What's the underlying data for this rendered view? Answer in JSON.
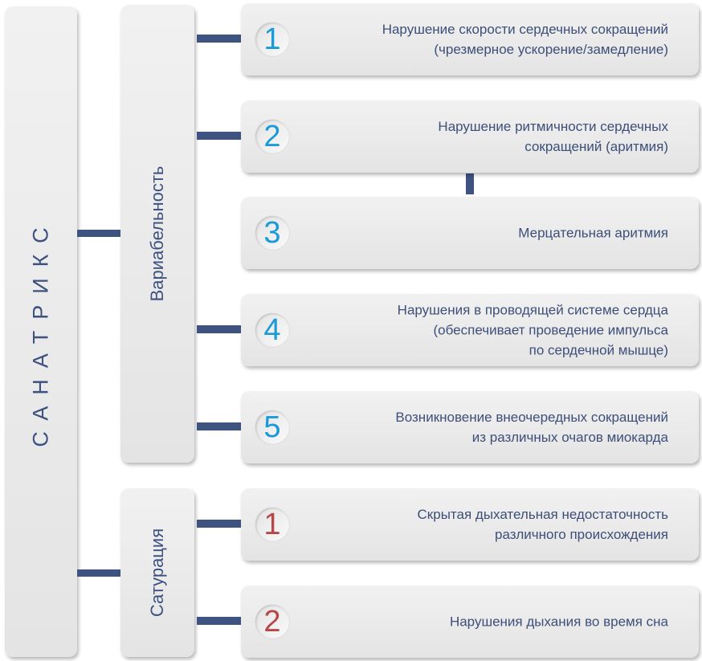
{
  "root": {
    "label": "САНАТРИКС"
  },
  "groups": [
    {
      "label": "Вариабельность",
      "items": [
        {
          "num": "1",
          "lines": [
            "Нарушение скорости сердечных сокращений",
            "(чрезмерное ускорение/замедление)"
          ]
        },
        {
          "num": "2",
          "lines": [
            "Нарушение ритмичности сердечных",
            "сокращений (аритмия)"
          ]
        },
        {
          "num": "3",
          "lines": [
            "Мерцательная аритмия"
          ]
        },
        {
          "num": "4",
          "lines": [
            "Нарушения в проводящей системе сердца",
            "(обеспечивает проведение импульса",
            "по сердечной мышце)"
          ]
        },
        {
          "num": "5",
          "lines": [
            "Возникновение внеочередных сокращений",
            "из различных очагов миокарда"
          ]
        }
      ]
    },
    {
      "label": "Сатурация",
      "items": [
        {
          "num": "1",
          "lines": [
            "Скрытая дыхательная недостаточность",
            "различного происхождения"
          ]
        },
        {
          "num": "2",
          "lines": [
            "Нарушения дыхания во время сна"
          ]
        }
      ]
    }
  ],
  "colors": {
    "accent_blue": "#1a9ad8",
    "accent_red": "#b84646",
    "text": "#3d4f78",
    "connector": "#3f5380"
  }
}
